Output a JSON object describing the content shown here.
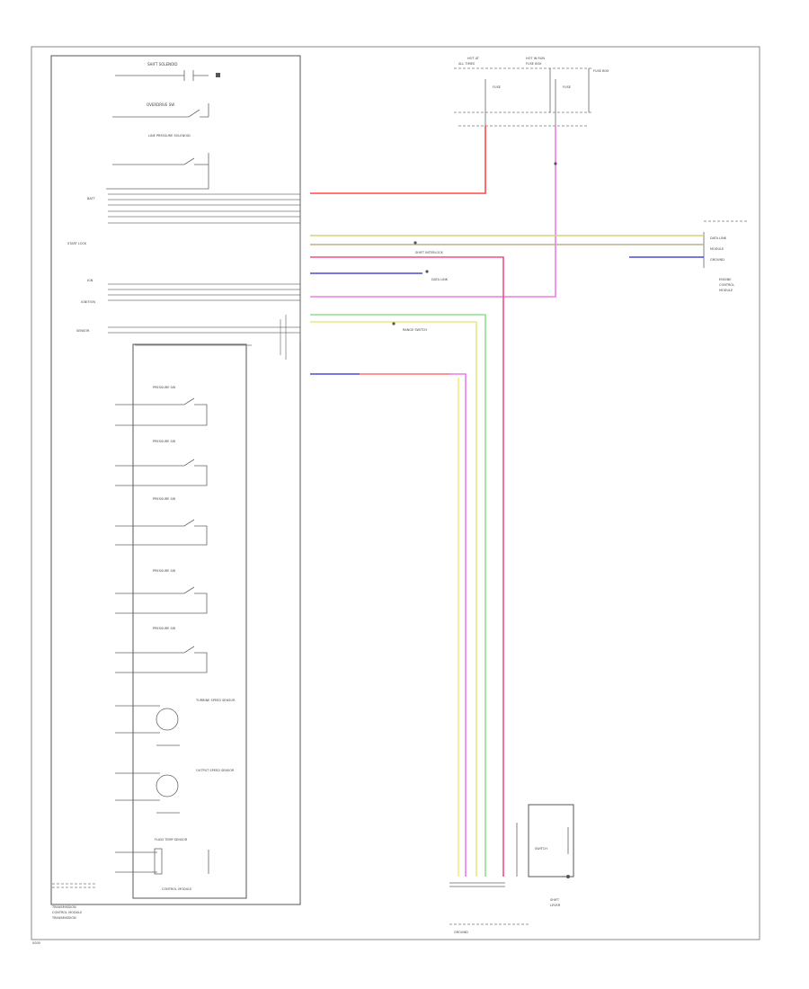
{
  "colors": {
    "red": "#ff3b3b",
    "pink": "#f07ae8",
    "yellow_green": "#d8d868",
    "blue": "#3a3acc",
    "green": "#8ee08e",
    "light_yellow": "#eef07a",
    "dark": "#555555"
  },
  "labels": {
    "shift_solenoid": "SHIFT SOLENOID",
    "overdrive_switch": "OVERDRIVE SW",
    "line_pressure_solenoid": "LINE PRESSURE SOLENOID",
    "batt": "BATT",
    "start_lock": "START LOCK",
    "ign": "IGN",
    "ignition": "IGNITION",
    "sensor": "SENSOR",
    "pressure_switch_1": "PRESSURE SW",
    "pressure_switch_2": "PRESSURE SW",
    "pressure_switch_3": "PRESSURE SW",
    "pressure_switch_4": "PRESSURE SW",
    "pressure_switch_5": "PRESSURE SW",
    "turbine_speed_sensor": "TURBINE SPEED SENSOR",
    "output_speed_sensor": "OUTPUT SPEED SENSOR",
    "fluid_temp_sensor": "FLUID TEMP SENSOR",
    "tcm_title_1": "TRANSMISSION",
    "tcm_title_2": "CONTROL MODULE",
    "fuse_box_1": "HOT AT",
    "fuse_box_2": "ALL TIMES",
    "fuse_box_3": "HOT IN RUN",
    "fuse_box_4": "FUSE BOX",
    "fuse_a": "FUSE",
    "fuse_b": "FUSE",
    "ecm_1": "ENGINE",
    "ecm_2": "CONTROL",
    "ecm_3": "MODULE",
    "data_link": "DATA LINK",
    "ground": "GROUND",
    "shift_interlock": "SHIFT INTERLOCK",
    "range_switch": "RANGE SWITCH",
    "switch_box": "SWITCH",
    "lower_box_1": "SHIFT",
    "lower_box_2": "LEVER",
    "footer": "TRANSMISSION",
    "page_code": "0000"
  }
}
